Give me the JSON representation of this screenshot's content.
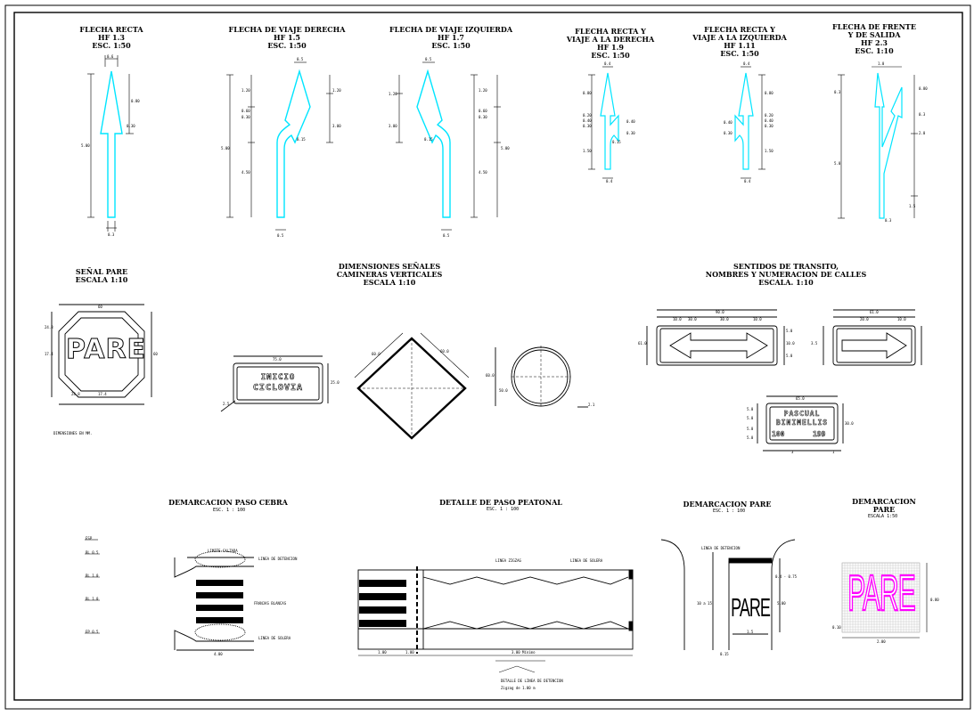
{
  "colors": {
    "arrow": "#00e5ff",
    "paint": "#ff00ff",
    "ink": "#000000"
  },
  "titles": {
    "recta": "FLECHA RECTA\nHF 1.3\nESC. 1:50",
    "derecha": "FLECHA DE VIAJE DERECHA\nHF 1.5\nESC. 1:50",
    "izquierda": "FLECHA DE VIAJE IZQUIERDA\nHF 1.7\nESC. 1:50",
    "recta_derecha": "FLECHA RECTA Y\nVIAJE A LA DERECHA\nHF 1.9\nESC. 1:50",
    "recta_izquierda": "FLECHA RECTA Y\nVIAJE A LA IZQUIERDA\nHF 1.11\nESC. 1:50",
    "frente_salida": "FLECHA DE FRENTE\nY DE SALIDA\nHF 2.3\nESC. 1:10",
    "senal_pare": "SEÑAL PARE\nESCALA 1:10",
    "camineras": "DIMENSIONES SEÑALES\nCAMINERAS VERTICALES\nESCALA 1:10",
    "sentidos": "SENTIDOS DE TRANSITO,\nNOMBRES Y NUMERACION DE CALLES\nESCALA. 1:10",
    "paso_cebra": "DEMARCACION PASO CEBRA",
    "paso_peatonal": "DETALLE DE PASO PEATONAL",
    "demarcacion_pare": "DEMARCACION PARE",
    "demarcacion_pare_2": "DEMARCACION\nPARE"
  },
  "sub_scales": {
    "cebra": "ESC. 1 : 100",
    "peatonal": "ESC. 1 : 100",
    "pare": "ESC. 1 : 100",
    "pare2": "ESCALA 1:50"
  },
  "signs": {
    "pare": "PARE",
    "ciclovia_1": "INICIO",
    "ciclovia_2": "CICLOVIA",
    "calle_1": "PASCUAL",
    "calle_2": "BINIMELLIS",
    "num_left": "100",
    "num_right": "199",
    "road_pare": "PARE",
    "paint_pare": "PARE"
  },
  "dims": {
    "recta": [
      "0.6",
      "0.80",
      "0.30",
      "5.00",
      "0.3"
    ],
    "derecha": [
      "0.5",
      "1.20",
      "0.60",
      "0.30",
      "3.00",
      "0.15",
      "4.50",
      "0.5"
    ],
    "izquierda": [
      "0.5",
      "1.20",
      "0.60",
      "0.30",
      "0.15",
      "3.00",
      "4.50",
      "0.5"
    ],
    "small_arrows": [
      "0.4",
      "0.80",
      "0.20",
      "0.40",
      "0.30",
      "0.15",
      "1.50",
      "0.4"
    ],
    "frente": [
      "1.0",
      "0.80",
      "0.3",
      "2.0",
      "5.0",
      "1.5",
      "0.3"
    ],
    "pare_sign": [
      "60",
      "24.8",
      "17.4",
      "60",
      "24.8",
      "17.4"
    ],
    "pare_note": "DIMENSIONES EN MM.",
    "cicl": [
      "75.0",
      "25.0",
      "2.5"
    ],
    "diamond": [
      "60.0",
      "60.0"
    ],
    "circle": [
      "60.0",
      "50.0",
      "2.1"
    ],
    "sentidos": [
      "90.0",
      "10.0",
      "30.0",
      "10.0",
      "5.0",
      "30.0",
      "5.0",
      "5.0",
      "10.0",
      "61.0",
      "20.0",
      "10.0",
      "3.5"
    ],
    "calle": [
      "65.0",
      "5.0",
      "5.0",
      "30.0",
      "5.0",
      "5.0",
      "3",
      "1"
    ],
    "cebra": [
      "ESP",
      "BL 0.5",
      "BL 1.0",
      "BL 1.0",
      "EP 0.5",
      "4.00",
      "LINEA DE DETENCION",
      "FRANJAS BLANCAS",
      "LINEA DE SOLERA",
      "LIMITE CALZADA"
    ],
    "peatonal": [
      "1.00",
      "1.00",
      "LINEA ZIGZAG",
      "LINEA DE SOLERA",
      "3.00 Mínimo",
      "DETALLE DE LINEA DE DETENCION",
      "Zigzag de 1.00 m"
    ],
    "dem_pare": [
      "LINEA DE DETENCION",
      "0.4 - 0.75",
      "5.00",
      "1.5",
      "10 a 15",
      "0.15"
    ],
    "dem_pare2": [
      "0.80",
      "0.10",
      "2.00"
    ]
  }
}
